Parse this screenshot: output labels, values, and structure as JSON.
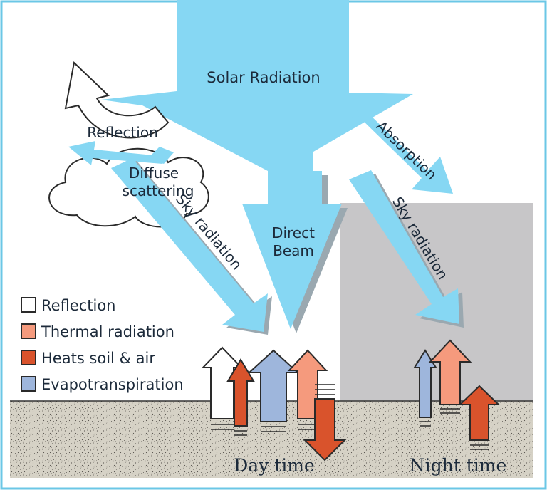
{
  "labels": {
    "solar_radiation": "Solar Radiation",
    "reflection": "Reflection",
    "diffuse": "Diffuse",
    "scattering": "scattering",
    "sky_radiation_day": "Sky radiation",
    "direct": "Direct",
    "beam": "Beam",
    "absorption": "Absorption",
    "sky_radiation_night": "Sky radiation",
    "day_time": "Day time",
    "night_time": "Night time"
  },
  "legend": [
    {
      "label": "Reflection",
      "color": "#ffffff"
    },
    {
      "label": "Thermal radiation",
      "color": "#f59a7d"
    },
    {
      "label": "Heats soil & air",
      "color": "#d9532c"
    },
    {
      "label": "Evapotranspiration",
      "color": "#9eb6dc"
    }
  ],
  "colors": {
    "sky_blue": "#86d7f3",
    "night_gray": "#c7c6c8",
    "sun": "#fdd867",
    "ground": "#d6d2c6",
    "frame": "#6bc7e6"
  }
}
